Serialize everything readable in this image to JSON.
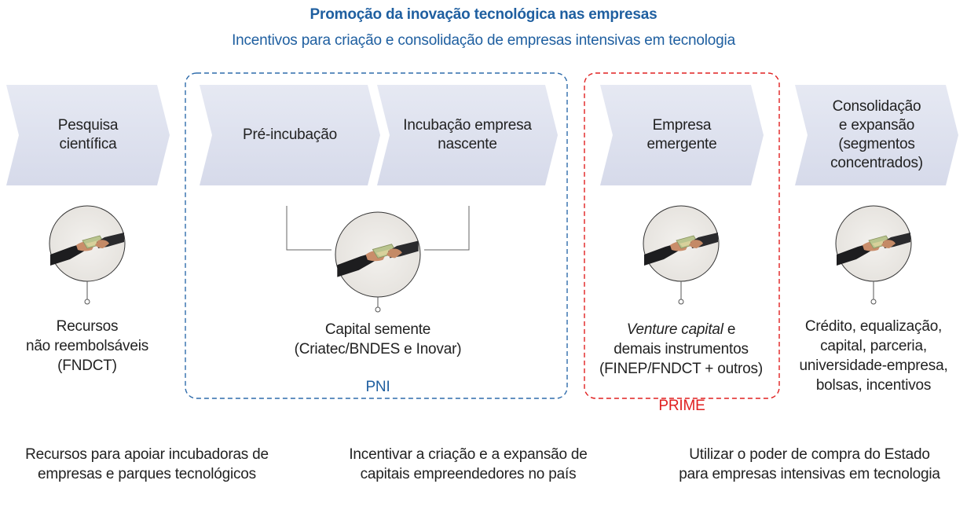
{
  "header": {
    "title": "Promoção da inovação tecnológica nas empresas",
    "subtitle": "Incentivos para criação e consolidação de empresas intensivas em tecnologia"
  },
  "colors": {
    "heading": "#1f5fa0",
    "chevron_fill": "#dde0ee",
    "pni_border": "#2f6cab",
    "prime_border": "#e02020"
  },
  "stages": [
    {
      "label_lines": [
        "Pesquisa",
        "científica"
      ]
    },
    {
      "label_lines": [
        "Pré-incubação"
      ]
    },
    {
      "label_lines": [
        "Incubação empresa",
        "nascente"
      ]
    },
    {
      "label_lines": [
        "Empresa",
        "emergente"
      ]
    },
    {
      "label_lines": [
        "Consolidação",
        "e expansão",
        "(segmentos",
        "concentrados)"
      ]
    }
  ],
  "instruments": [
    {
      "lines": [
        "Recursos",
        "não reembolsáveis",
        "(FNDCT)"
      ]
    },
    {
      "lines": [
        "Capital semente",
        "(Criatec/BNDES e Inovar)"
      ]
    },
    {
      "italic_part": "Venture capital",
      "after_italic": " e",
      "lines": [
        "demais instrumentos",
        "(FINEP/FNDCT + outros)"
      ]
    },
    {
      "lines": [
        "Crédito, equalização,",
        "capital, parceria,",
        "universidade-empresa,",
        "bolsas, incentivos"
      ]
    }
  ],
  "programs": {
    "pni": "PNI",
    "prime": "PRIME"
  },
  "icons": {
    "money_handshake": "hand-giving-money-icon"
  },
  "goals": [
    {
      "lines": [
        "Recursos para apoiar incubadoras de",
        "empresas e parques tecnológicos"
      ]
    },
    {
      "lines": [
        "Incentivar a criação e a expansão de",
        "capitais empreendedores no país"
      ]
    },
    {
      "lines": [
        "Utilizar o poder de compra do Estado",
        "para empresas intensivas em tecnologia"
      ]
    }
  ]
}
